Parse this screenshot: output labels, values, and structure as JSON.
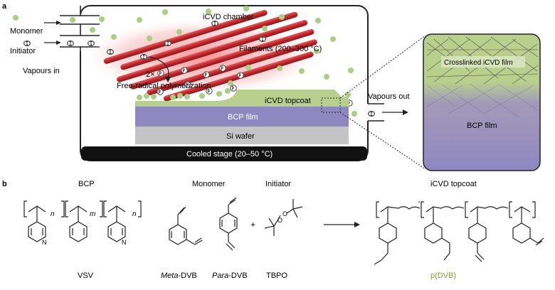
{
  "panel_a": {
    "letter": "a",
    "chamber_label": "iCVD chamber",
    "monomer_label": "Monomer",
    "initiator_label": "Initiator",
    "vapours_in": "Vapours in",
    "filaments_label": "Filaments (200–300 °C)",
    "radical_label": "2×",
    "polymerization_label": "Free-radical polymerization",
    "topcoat_label": "iCVD topcoat",
    "bcp_film_label": "BCP film",
    "si_wafer_label": "Si wafer",
    "stage_label": "Cooled stage (20–50 °C)",
    "vapours_out": "Vapours out",
    "zoom_crosslinked_label": "Crosslinked iCVD film",
    "zoom_bcp_label": "BCP film",
    "colors": {
      "filament": "#c0282e",
      "topcoat": "#b9cf8e",
      "bcp": "#8f87c0",
      "wafer": "#c4c4c4",
      "stage": "#111111",
      "monomer_dot": "#a9cf86"
    }
  },
  "panel_b": {
    "letter": "b",
    "bcp_header": "BCP",
    "monomer_header": "Monomer",
    "initiator_header": "Initiator",
    "topcoat_header": "iCVD topcoat",
    "sub_n1": "n",
    "sub_m": "m",
    "sub_n2": "n",
    "vsv_label": "VSV",
    "meta_italic": "Meta",
    "meta_rest": "-DVB",
    "para_italic": "Para",
    "para_rest": "-DVB",
    "plus": "+",
    "tbpo_label": "TBPO",
    "pdvb_label": "p(DVB)",
    "pdvb_color": "#7ea23b"
  }
}
